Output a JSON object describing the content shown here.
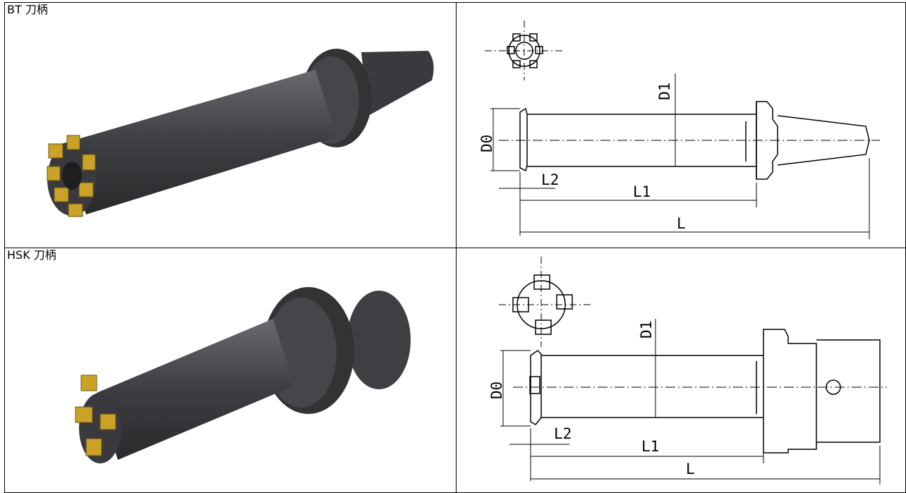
{
  "sections": [
    {
      "label": "BT 刀柄"
    },
    {
      "label": "HSK 刀柄"
    }
  ],
  "dimensions": {
    "d0": "D0",
    "d1": "D1",
    "l2": "L2",
    "l1": "L1",
    "l": "L"
  },
  "colors": {
    "body": "#4a4a4e",
    "insert": "#c9a227",
    "line": "#000000"
  }
}
